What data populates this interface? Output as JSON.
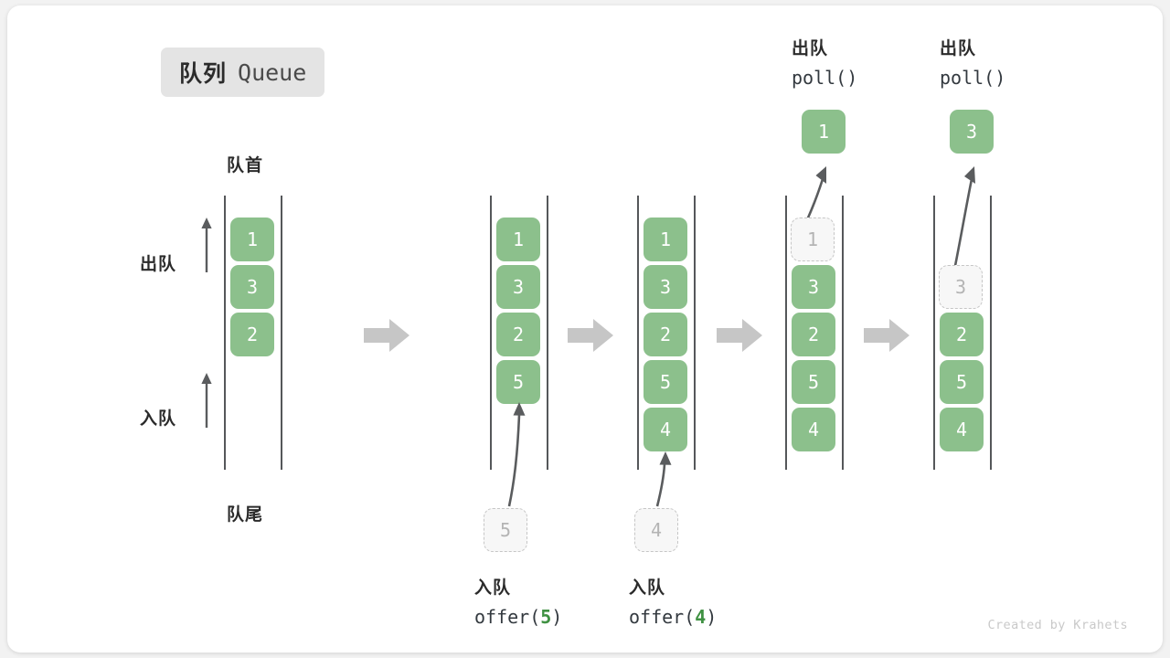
{
  "title": {
    "cn": "队列",
    "en": "Queue"
  },
  "labels": {
    "head": "队首",
    "tail": "队尾",
    "dequeue": "出队",
    "enqueue": "入队"
  },
  "credit": "Created by Krahets",
  "colors": {
    "box_fill": "#8cc08c",
    "box_text": "#ffffff",
    "ghost_fill": "#f7f7f7",
    "ghost_border": "#c6c6c6",
    "ghost_text": "#b4b4b4",
    "rail": "#55575a",
    "arrow": "#5a5c5e",
    "block_arrow": "#c6c6c6",
    "badge_bg": "#e4e4e4",
    "accent_green": "#3f9142",
    "text": "#2b2b2b"
  },
  "steps": [
    {
      "id": "initial",
      "boxes": [
        "1",
        "3",
        "2"
      ],
      "ghost": null,
      "caption_cn": null,
      "caption_code": null,
      "result": null,
      "op_title_cn": null,
      "op_title_code": null
    },
    {
      "id": "offer-5",
      "boxes": [
        "1",
        "3",
        "2",
        "5"
      ],
      "ghost": "5",
      "caption_cn": "入队",
      "caption_code": "offer(5)",
      "caption_code_pre": "offer(",
      "caption_code_arg": "5",
      "caption_code_post": ")",
      "result": null,
      "op_title_cn": null,
      "op_title_code": null
    },
    {
      "id": "offer-4",
      "boxes": [
        "1",
        "3",
        "2",
        "5",
        "4"
      ],
      "ghost": "4",
      "caption_cn": "入队",
      "caption_code": "offer(4)",
      "caption_code_pre": "offer(",
      "caption_code_arg": "4",
      "caption_code_post": ")",
      "result": null,
      "op_title_cn": null,
      "op_title_code": null
    },
    {
      "id": "poll-1",
      "boxes": [
        "3",
        "2",
        "5",
        "4"
      ],
      "ghost": "1",
      "caption_cn": null,
      "caption_code": null,
      "result": "1",
      "op_title_cn": "出队",
      "op_title_code": "poll()"
    },
    {
      "id": "poll-3",
      "boxes": [
        "2",
        "5",
        "4"
      ],
      "ghost": "3",
      "caption_cn": null,
      "caption_code": null,
      "result": "3",
      "op_title_cn": "出队",
      "op_title_code": "poll()"
    }
  ],
  "transitions": [
    "arrow-1",
    "arrow-2",
    "arrow-3",
    "arrow-4"
  ]
}
